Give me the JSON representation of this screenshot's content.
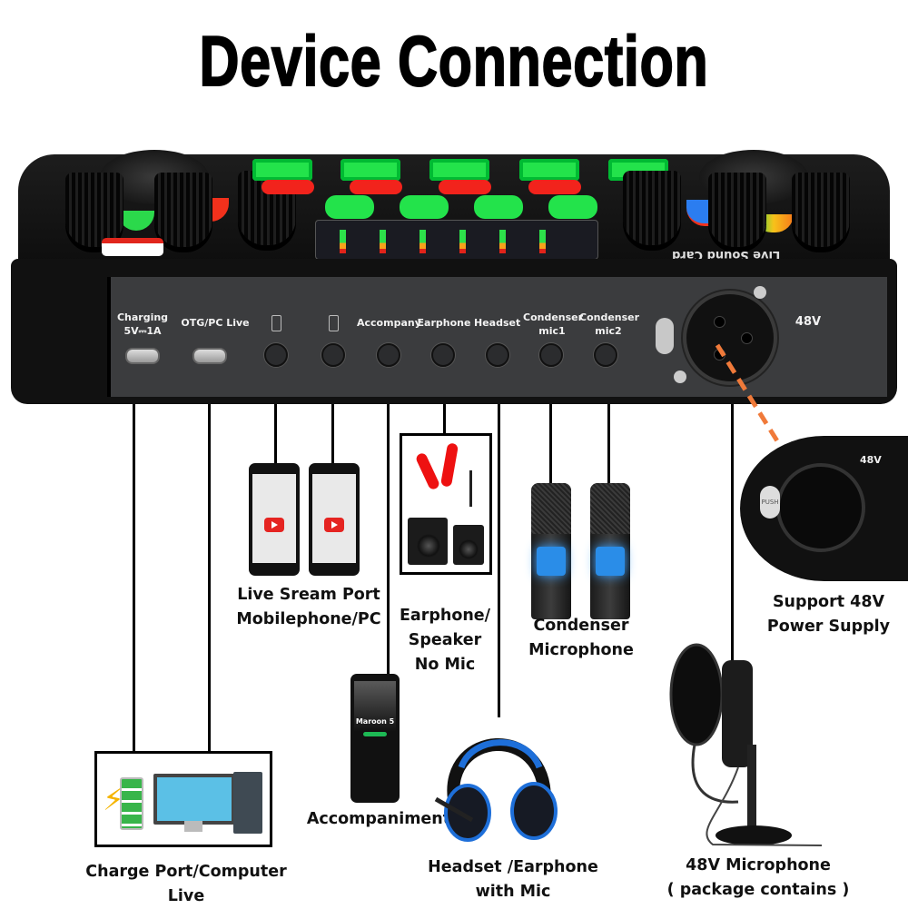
{
  "title": "Device Connection",
  "device": {
    "top_label": "Live Sound Card",
    "ports": [
      {
        "id": "charging",
        "label_line1": "Charging",
        "label_line2": "5V⎓1A",
        "type": "usb-c"
      },
      {
        "id": "otg",
        "label_line1": "OTG/PC Live",
        "label_line2": "",
        "type": "usb-c"
      },
      {
        "id": "phone1",
        "label_line1": "",
        "label_line2": "",
        "type": "jack",
        "icon": "phone-icon"
      },
      {
        "id": "phone2",
        "label_line1": "",
        "label_line2": "",
        "type": "jack",
        "icon": "phone-icon"
      },
      {
        "id": "accompany",
        "label_line1": "Accompany",
        "label_line2": "",
        "type": "jack"
      },
      {
        "id": "earphone",
        "label_line1": "Earphone",
        "label_line2": "",
        "type": "jack"
      },
      {
        "id": "headset",
        "label_line1": "Headset",
        "label_line2": "",
        "type": "jack"
      },
      {
        "id": "mic1",
        "label_line1": "Condenser",
        "label_line2": "mic1",
        "type": "jack"
      },
      {
        "id": "mic2",
        "label_line1": "Condenser",
        "label_line2": "mic2",
        "type": "jack"
      }
    ],
    "xlr_label": "48V",
    "push_label": "PUSH"
  },
  "connections": {
    "charge_computer": {
      "line1": "Charge Port/Computer",
      "line2": "Live"
    },
    "live_stream": {
      "line1": "Live Sream Port",
      "line2": "Mobilephone/PC"
    },
    "earphone_speaker": {
      "line1": "Earphone/",
      "line2": "Speaker",
      "line3": "No Mic"
    },
    "accompaniment": {
      "line1": "Accompaniment",
      "phone_screen_title": "Maroon 5"
    },
    "headset": {
      "line1": "Headset /Earphone",
      "line2": "with Mic"
    },
    "condenser": {
      "line1": "Condenser",
      "line2": "Microphone"
    },
    "support_48v": {
      "line1": "Support 48V",
      "line2": "Power Supply",
      "inset_label": "48V"
    },
    "mic_48v": {
      "line1": "48V Microphone",
      "line2": "( package contains )"
    }
  },
  "colors": {
    "accent_dashed": "#f07a3a",
    "button_green": "#23e34b",
    "button_red": "#f2231c",
    "youtube_red": "#e52421",
    "headset_blue": "#1e6fd9"
  }
}
